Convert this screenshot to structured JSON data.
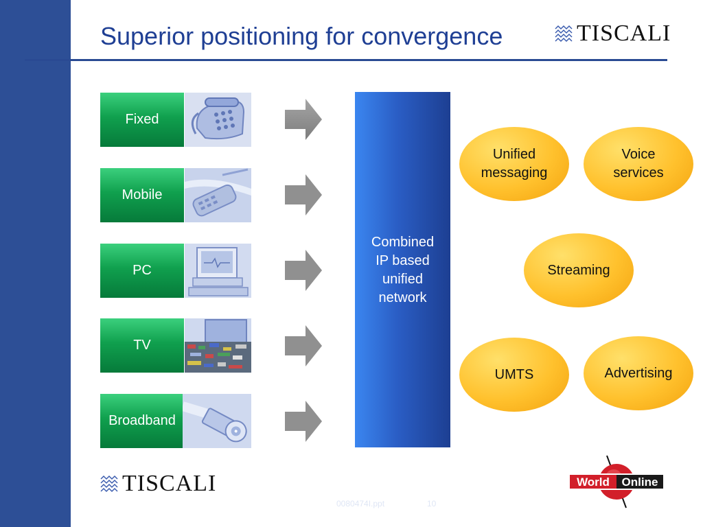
{
  "slide": {
    "title": "Superior positioning for convergence",
    "brand": "TISCALI",
    "partner_logo": {
      "word1": "World",
      "word2": "Online"
    },
    "footer": {
      "file": "0080474I.ppt",
      "page": "10"
    }
  },
  "devices": [
    {
      "label": "Fixed",
      "icon": "desk-phone-icon"
    },
    {
      "label": "Mobile",
      "icon": "mobile-phone-icon"
    },
    {
      "label": "PC",
      "icon": "computer-icon"
    },
    {
      "label": "TV",
      "icon": "television-icon"
    },
    {
      "label": "Broadband",
      "icon": "connector-cable-icon"
    }
  ],
  "network": {
    "label": "Combined\nIP based\nunified\nnetwork"
  },
  "services": [
    {
      "label": "Unified\nmessaging"
    },
    {
      "label": "Voice\nservices"
    },
    {
      "label": "Streaming"
    },
    {
      "label": "UMTS"
    },
    {
      "label": "Advertising"
    }
  ],
  "colors": {
    "sidebar": "#2d4f96",
    "title": "#1f3f94",
    "device_label_green": "#10a04e",
    "network_blue": "#2a5dc4",
    "service_orange": "#ffc12d",
    "arrow_gray": "#8a8a8a"
  }
}
